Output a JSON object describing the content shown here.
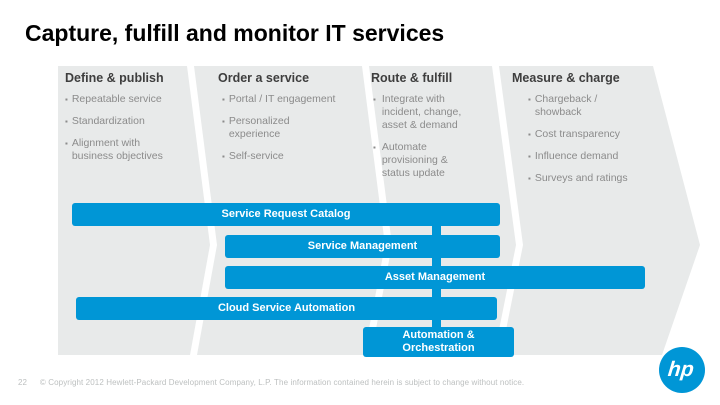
{
  "slide": {
    "title": "Capture, fulfill and monitor IT services",
    "columns": [
      {
        "header": "Define & publish",
        "bullets": [
          "Repeatable service",
          "Standardization",
          "Alignment with\nbusiness objectives"
        ]
      },
      {
        "header": "Order a service",
        "bullets": [
          "Portal / IT engagement",
          "Personalized\nexperience",
          "Self-service"
        ]
      },
      {
        "header": "Route & fulfill",
        "bullets": [
          "Integrate with\nincident, change,\nasset & demand",
          "Automate\nprovisioning &\nstatus update"
        ]
      },
      {
        "header": "Measure & charge",
        "bullets": [
          "Chargeback /\nshowback",
          "Cost transparency",
          "Influence demand",
          "Surveys and ratings"
        ]
      }
    ],
    "bars": [
      {
        "label": "Service Request Catalog"
      },
      {
        "label": "Service Management"
      },
      {
        "label": "Asset Management"
      },
      {
        "label": "Cloud Service Automation"
      },
      {
        "label": "Automation &\nOrchestration"
      }
    ],
    "footer": {
      "page_number": "22",
      "copyright": "© Copyright 2012 Hewlett-Packard Development Company, L.P. The information contained herein is subject to change without notice."
    },
    "logo": {
      "text": "hp"
    },
    "colors": {
      "accent_blue": "#0096d6",
      "panel_gray": "#e8eaea"
    }
  }
}
